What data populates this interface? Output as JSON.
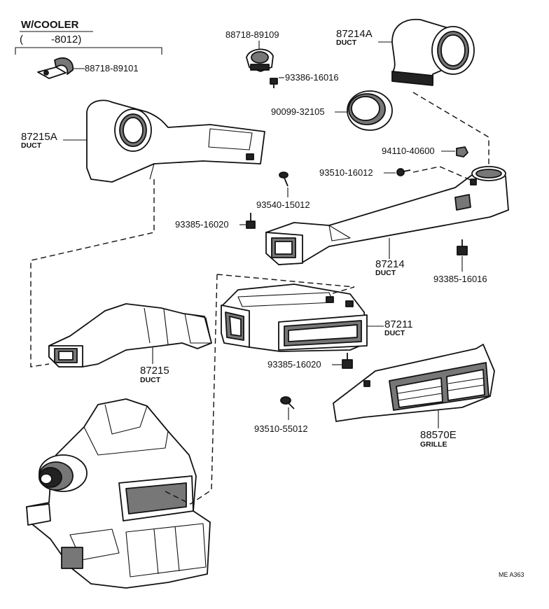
{
  "header": {
    "title": "W/COOLER",
    "range_open": "(",
    "range_text": "-8012)"
  },
  "labels": {
    "p88718_89101": "88718-89101",
    "p88718_89109": "88718-89109",
    "p93386_16016": "93386-16016",
    "p87214A": "87214A",
    "p87214A_sub": "DUCT",
    "p90099_32105": "90099-32105",
    "p87215A": "87215A",
    "p87215A_sub": "DUCT",
    "p94110_40600": "94110-40600",
    "p93510_16012": "93510-16012",
    "p93540_15012": "93540-15012",
    "p93385_16020_a": "93385-16020",
    "p87214": "87214",
    "p87214_sub": "DUCT",
    "p93385_16016": "93385-16016",
    "p87211": "87211",
    "p87211_sub": "DUCT",
    "p87215": "87215",
    "p87215_sub": "DUCT",
    "p93385_16020_b": "93385-16020",
    "p93510_55012": "93510-55012",
    "p88570E": "88570E",
    "p88570E_sub": "GRILLE",
    "diagram_code": "ME A363"
  },
  "colors": {
    "ink": "#111111",
    "paper": "#ffffff"
  }
}
